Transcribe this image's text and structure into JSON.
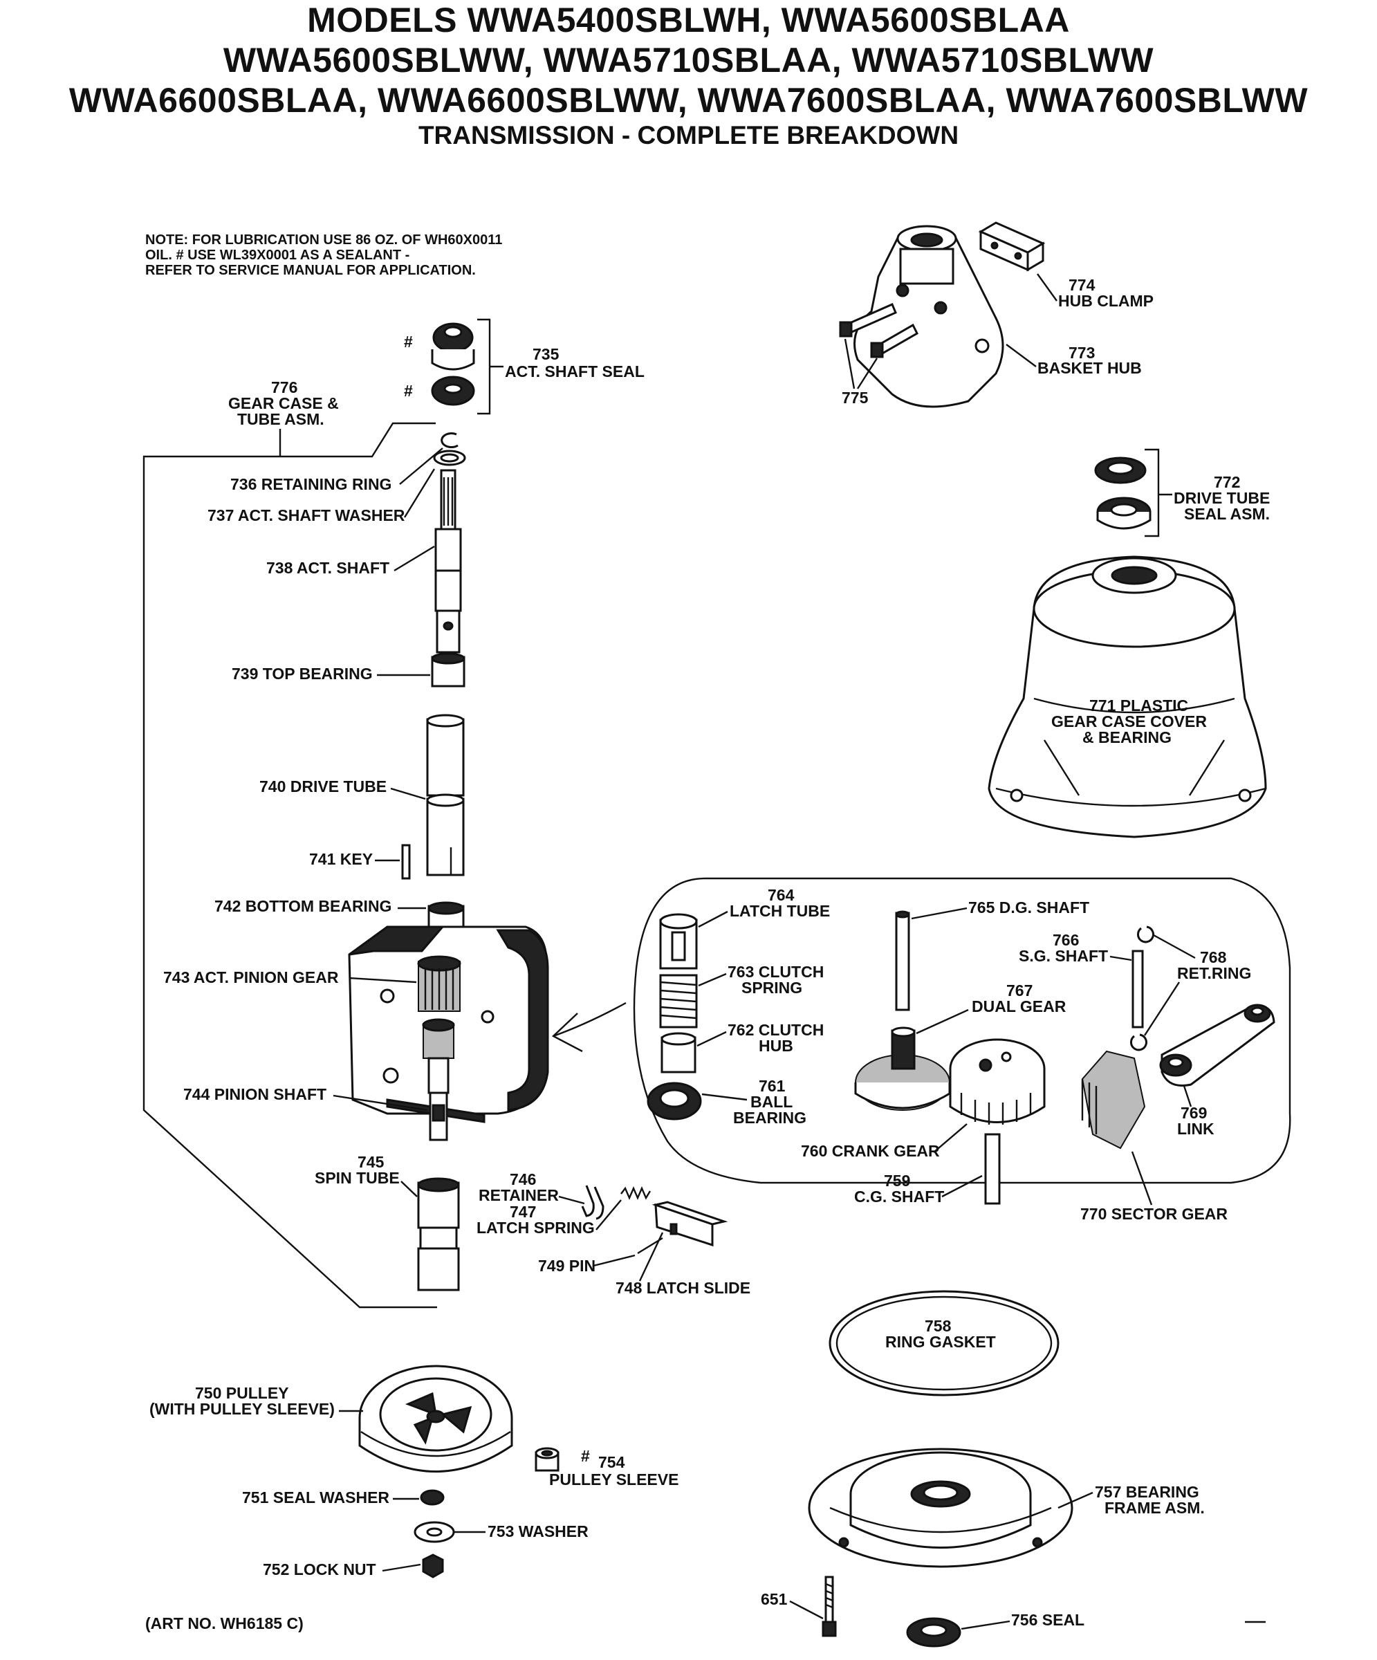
{
  "header": {
    "title_lines": [
      "MODELS WWA5400SBLWH, WWA5600SBLAA",
      "WWA5600SBLWW, WWA5710SBLAA, WWA5710SBLWW",
      "WWA6600SBLAA, WWA6600SBLWW, WWA7600SBLAA, WWA7600SBLWW"
    ],
    "subtitle": "TRANSMISSION - COMPLETE BREAKDOWN"
  },
  "note": {
    "lines": [
      "NOTE: FOR LUBRICATION USE 86 OZ. OF WH60X0011",
      "OIL. # USE WL39X0001 AS A SEALANT -",
      "REFER TO SERVICE MANUAL FOR APPLICATION."
    ]
  },
  "marks": {
    "hash": "#"
  },
  "labels": {
    "p735_num": "735",
    "p735_name": "ACT. SHAFT SEAL",
    "p776_num": "776",
    "p776_name1": "GEAR CASE &",
    "p776_name2": "TUBE ASM.",
    "p736": "736 RETAINING RING",
    "p737": "737  ACT. SHAFT WASHER",
    "p738": "738 ACT. SHAFT",
    "p739": "739 TOP BEARING",
    "p740": "740 DRIVE TUBE",
    "p741": "741 KEY",
    "p742": "742 BOTTOM BEARING",
    "p743": "743 ACT. PINION GEAR",
    "p744": "744 PINION SHAFT",
    "p745_num": "745",
    "p745_name": "SPIN TUBE",
    "p746_num": "746",
    "p746_name": "RETAINER",
    "p747_num": "747",
    "p747_name": "LATCH SPRING",
    "p749": "749 PIN",
    "p748": "748 LATCH SLIDE",
    "p750_1": "750 PULLEY",
    "p750_2": "(WITH PULLEY SLEEVE)",
    "p751": "751 SEAL WASHER",
    "p753": "753 WASHER",
    "p752": "752 LOCK NUT",
    "p754_num": "754",
    "p754_name": "PULLEY SLEEVE",
    "p774_num": "774",
    "p774_name": "HUB CLAMP",
    "p773_num": "773",
    "p773_name": "BASKET HUB",
    "p775": "775",
    "p772_num": "772",
    "p772_name1": "DRIVE TUBE",
    "p772_name2": "SEAL ASM.",
    "p771_1": "771 PLASTIC",
    "p771_2": "GEAR CASE COVER",
    "p771_3": "& BEARING",
    "p764_num": "764",
    "p764_name": "LATCH TUBE",
    "p765": "765 D.G. SHAFT",
    "p766_num": "766",
    "p766_name": "S.G. SHAFT",
    "p768_num": "768",
    "p768_name": "RET.RING",
    "p763_1": "763 CLUTCH",
    "p763_2": "SPRING",
    "p767_num": "767",
    "p767_name": "DUAL GEAR",
    "p762_1": "762 CLUTCH",
    "p762_2": "HUB",
    "p761_num": "761",
    "p761_name1": "BALL",
    "p761_name2": "BEARING",
    "p769_num": "769",
    "p769_name": "LINK",
    "p760": "760 CRANK GEAR",
    "p759_num": "759",
    "p759_name": "C.G. SHAFT",
    "p770": "770 SECTOR GEAR",
    "p758_num": "758",
    "p758_name": "RING GASKET",
    "p757_1": "757 BEARING",
    "p757_2": "FRAME ASM.",
    "p651": "651",
    "p756": "756 SEAL"
  },
  "footer": {
    "art_no": "(ART NO. WH6185 C)"
  }
}
